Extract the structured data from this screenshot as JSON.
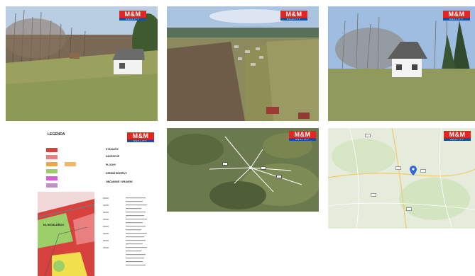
{
  "gallery": {
    "photos": [
      {
        "caption": "plot-with-cottage-photo"
      },
      {
        "caption": "aerial-village-photo"
      },
      {
        "caption": "cottage-closeup-photo"
      },
      {
        "caption": "zoning-legend-map"
      },
      {
        "caption": "satellite-distance-map"
      },
      {
        "caption": "road-map"
      }
    ],
    "logo": {
      "main": "M&M",
      "sub": "REALITY"
    }
  },
  "zoning": {
    "legend_title": "LEGENDA",
    "plan_label": "KU KOSLEŘOV",
    "headings": [
      "STÁVAJÍCÍ",
      "NÁVRHOVÉ",
      "PLOCHY",
      "ÚZEMNÍ REZERVY",
      "OBČANSKÉ VYBAVENÍ"
    ]
  },
  "colors": {
    "brand_red": "#e52620",
    "brand_blue": "#1c4f9c",
    "grass": "#8c9a55",
    "sky": "#a9c4e0"
  }
}
